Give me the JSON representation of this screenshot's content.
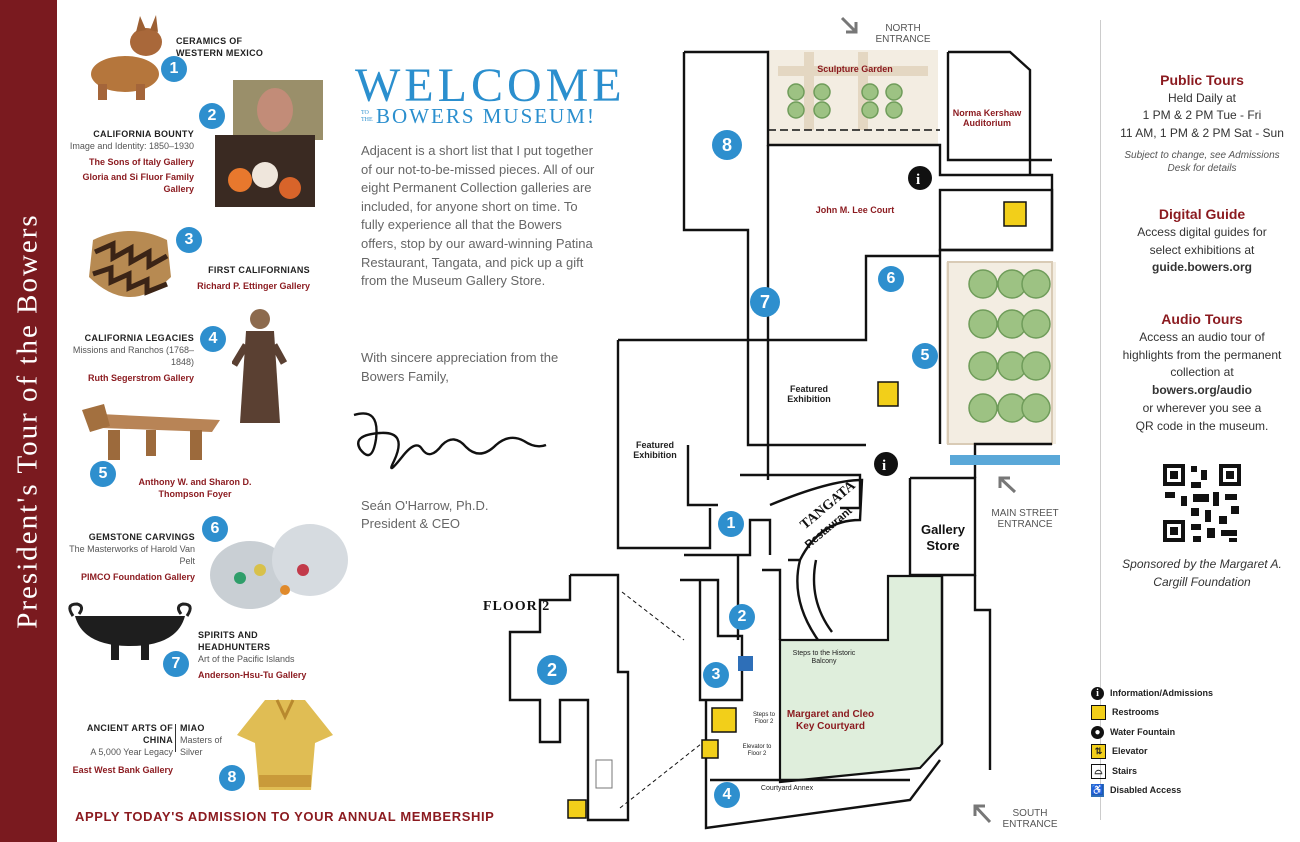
{
  "spine": {
    "title": "President's Tour of the Bowers"
  },
  "colors": {
    "brand_red": "#8b1a1f",
    "accent_blue": "#2e8fce",
    "courtyard_green": "#dfeedc"
  },
  "tour_items": [
    {
      "number": "1",
      "title": "Ceramics of Western Mexico",
      "subtitle": "",
      "gallery": ""
    },
    {
      "number": "2",
      "title": "California Bounty",
      "subtitle": "Image and Identity: 1850–1930",
      "gallery": "The Sons of Italy Gallery",
      "gallery2": "Gloria and Si Fluor Family Gallery"
    },
    {
      "number": "3",
      "title": "First Californians",
      "subtitle": "",
      "gallery": "Richard P. Ettinger Gallery"
    },
    {
      "number": "4",
      "title": "California Legacies",
      "subtitle": "Missions and Ranchos (1768–1848)",
      "gallery": "Ruth Segerstrom Gallery"
    },
    {
      "number": "5",
      "title": "",
      "subtitle": "",
      "gallery": "Anthony W. and Sharon D. Thompson Foyer"
    },
    {
      "number": "6",
      "title": "Gemstone Carvings",
      "subtitle": "The Masterworks of Harold Van Pelt",
      "gallery": "PIMCO Foundation Gallery"
    },
    {
      "number": "7",
      "title": "Spirits and Headhunters",
      "subtitle": "Art of the Pacific Islands",
      "gallery": "Anderson-Hsu-Tu Gallery"
    },
    {
      "number": "8",
      "title": "Ancient Arts of China",
      "subtitle": "A 5,000 Year Legacy",
      "gallery": "East West Bank Gallery",
      "title2": "Miao",
      "subtitle2": "Masters of Silver"
    }
  ],
  "welcome": {
    "heading": "WELCOME",
    "to_the": "TO THE",
    "museum": "BOWERS MUSEUM!",
    "intro": "Adjacent is a short list that I put together of our not-to-be-missed pieces. All of our eight Permanent Collection galleries are included, for anyone short on time. To fully experience all that the Bowers offers, stop by our award-winning Patina Restaurant, Tangata, and pick up a gift from the Museum Gallery Store.",
    "closing": "With sincere appreciation from the Bowers Family,",
    "signer_name": "Seán O'Harrow, Ph.D.",
    "signer_title": "President & CEO"
  },
  "footer": {
    "apply": "APPLY TODAY'S ADMISSION TO YOUR ANNUAL MEMBERSHIP"
  },
  "map": {
    "floor2_label": "FLOOR 2",
    "north_entrance": "NORTH ENTRANCE",
    "main_street_entrance": "MAIN STREET ENTRANCE",
    "south_entrance": "SOUTH ENTRANCE",
    "sculpture_garden": "Sculpture Garden",
    "auditorium": "Norma Kershaw Auditorium",
    "court": "John M. Lee Court",
    "featured_exhibition": "Featured Exhibition",
    "tangata_name": "TANGATA",
    "tangata_sub": "Restaurant",
    "gallery_store": "Gallery Store",
    "courtyard": "Margaret and Cleo Key Courtyard",
    "steps_balcony": "Steps to the Historic Balcony",
    "steps_floor2": "Steps to Floor 2",
    "elevator_floor2": "Elevator to Floor 2",
    "courtyard_annex": "Courtyard Annex"
  },
  "sidebar": {
    "public_tours_title": "Public Tours",
    "public_tours_line1": "Held Daily at",
    "public_tours_line2": "1 PM & 2 PM Tue - Fri",
    "public_tours_line3": "11 AM, 1 PM & 2 PM Sat - Sun",
    "public_tours_note": "Subject to change, see Admissions Desk for details",
    "digital_title": "Digital Guide",
    "digital_body": "Access digital guides for select exhibitions at",
    "digital_url": "guide.bowers.org",
    "audio_title": "Audio Tours",
    "audio_body1": "Access an audio tour of highlights from the permanent collection at",
    "audio_url": "bowers.org/audio",
    "audio_body2": "or wherever you see a QR code in the museum.",
    "sponsor": "Sponsored by the Margaret A. Cargill Foundation"
  },
  "legend": [
    {
      "icon": "info-icon",
      "label": "Information/Admissions"
    },
    {
      "icon": "restroom-icon",
      "label": "Restrooms"
    },
    {
      "icon": "water-fountain-icon",
      "label": "Water Fountain"
    },
    {
      "icon": "elevator-icon",
      "label": "Elevator"
    },
    {
      "icon": "stairs-icon",
      "label": "Stairs"
    },
    {
      "icon": "disabled-access-icon",
      "label": "Disabled Access"
    }
  ]
}
